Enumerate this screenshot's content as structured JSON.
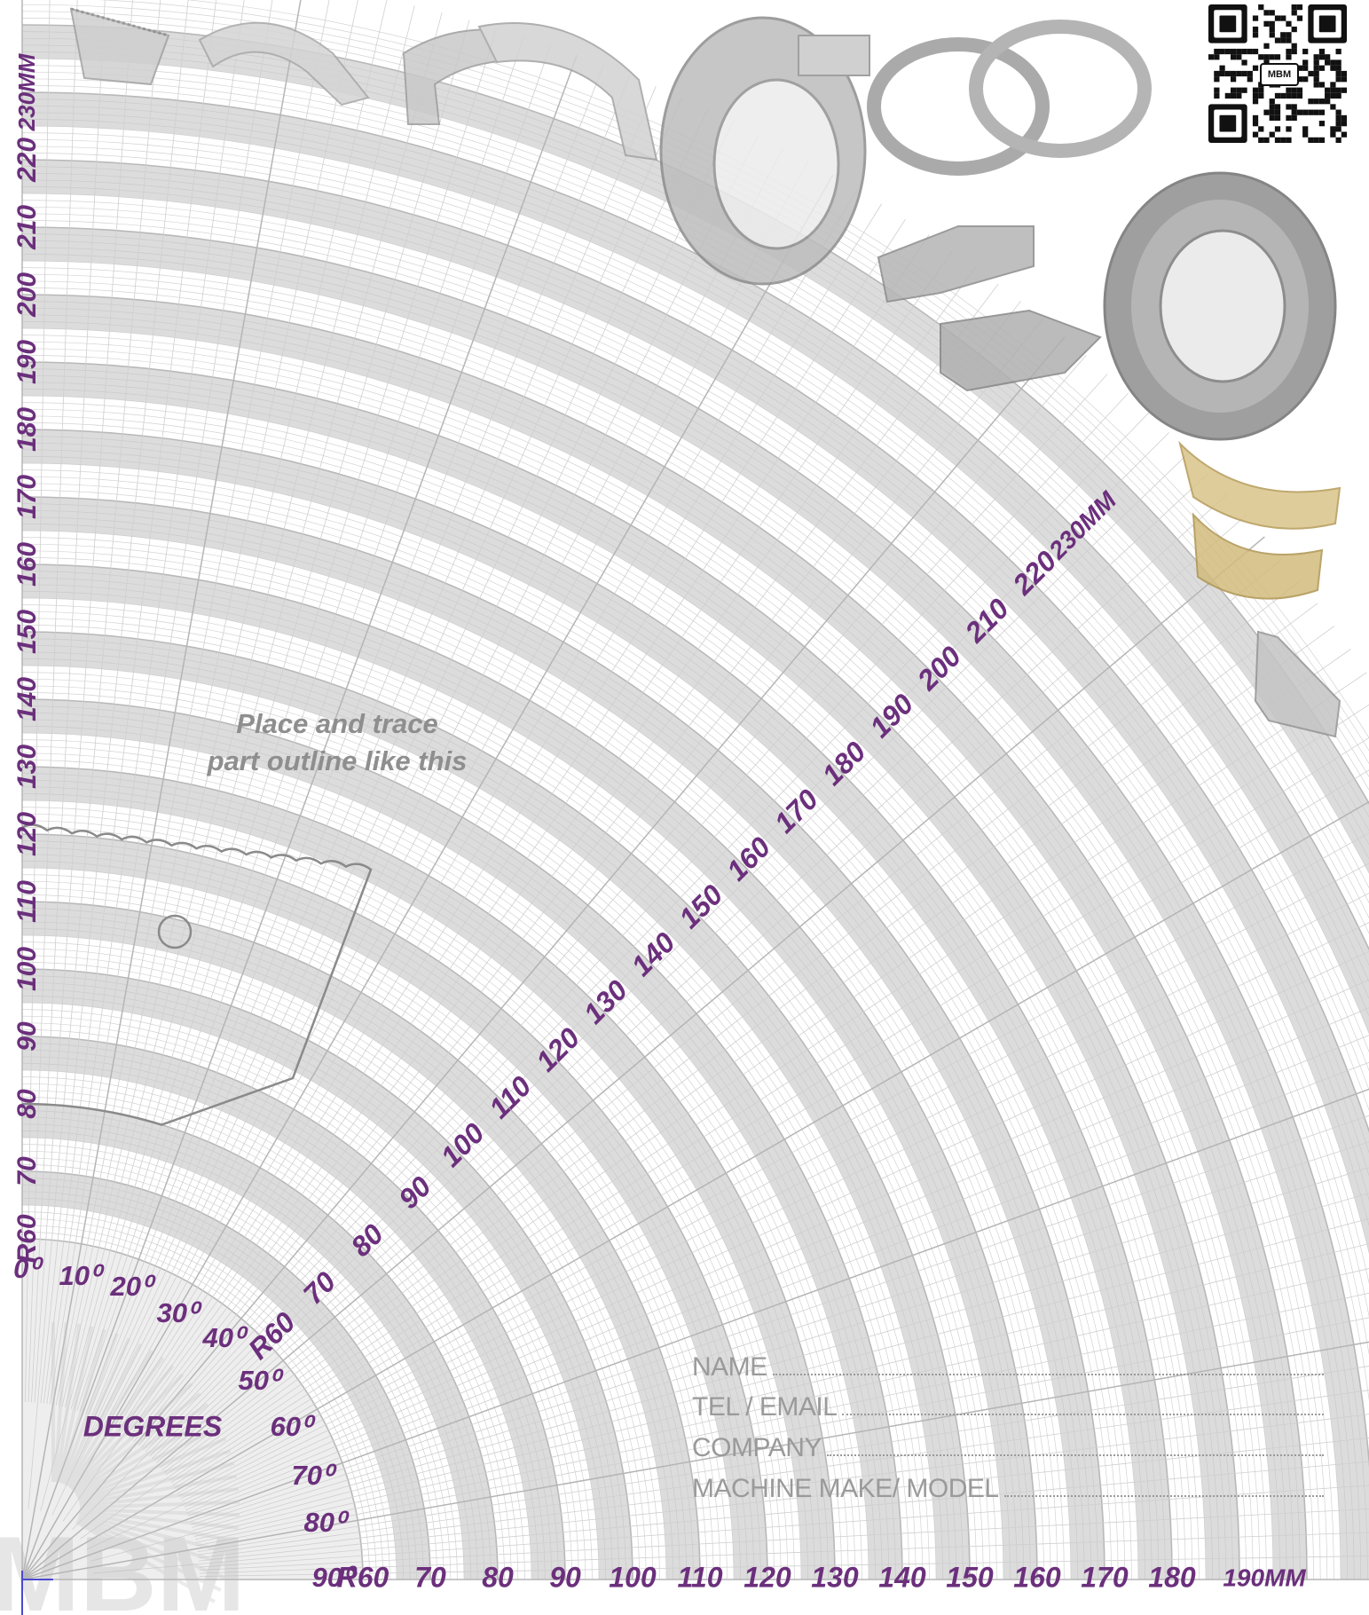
{
  "radius_labels": {
    "vertical_axis": [
      "R60",
      "70",
      "80",
      "90",
      "100",
      "110",
      "120",
      "130",
      "140",
      "150",
      "160",
      "170",
      "180",
      "190",
      "200",
      "210",
      "220",
      "230MM"
    ],
    "diagonal_axis": [
      "R60",
      "70",
      "80",
      "90",
      "100",
      "110",
      "120",
      "130",
      "140",
      "150",
      "160",
      "170",
      "180",
      "190",
      "200",
      "210",
      "220",
      "230MM"
    ],
    "horizontal_axis": [
      "R60",
      "70",
      "80",
      "90",
      "100",
      "110",
      "120",
      "130",
      "140",
      "150",
      "160",
      "170",
      "180",
      "190MM"
    ]
  },
  "degree_labels": [
    "0⁰",
    "10⁰",
    "20⁰",
    "30⁰",
    "40⁰",
    "50⁰",
    "60⁰",
    "70⁰",
    "80⁰",
    "90⁰"
  ],
  "degrees_caption": "DEGREES",
  "instruction": {
    "line1": "Place and trace",
    "line2": "part outline like this"
  },
  "form": {
    "name_label": "NAME",
    "contact_label": "TEL / EMAIL",
    "company_label": "COMPANY",
    "machine_label": "MACHINE MAKE/ MODEL"
  },
  "qr_badge": "MBM",
  "watermark_text": "MBM",
  "colors": {
    "label_purple": "#6b2f7c",
    "band_grey": "#dcdcdc",
    "grid_line": "#c4c4c4",
    "guide_grey": "#8e8e8e"
  },
  "icons": [
    "qr-code-icon",
    "blade-part-icon",
    "cutter-ring-icon",
    "knife-holder-icon",
    "bearing-ring-icon"
  ]
}
